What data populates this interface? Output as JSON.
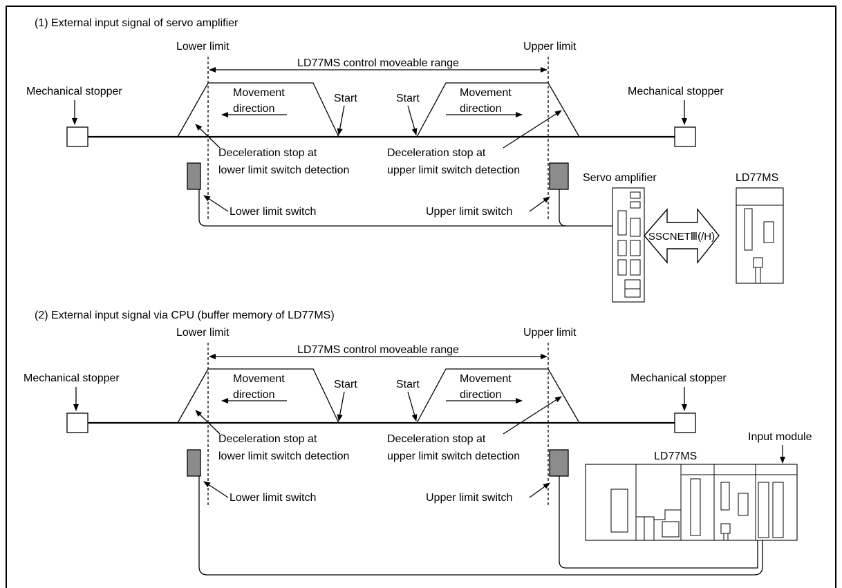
{
  "section1": {
    "title": "(1) External input signal of servo amplifier",
    "lower_limit": "Lower limit",
    "upper_limit": "Upper limit",
    "range": "LD77MS control moveable range",
    "stopper_left": "Mechanical stopper",
    "stopper_right": "Mechanical stopper",
    "movement_left_1": "Movement",
    "movement_left_2": "direction",
    "movement_right_1": "Movement",
    "movement_right_2": "direction",
    "start_left": "Start",
    "start_right": "Start",
    "decel_lower_1": "Deceleration stop at",
    "decel_lower_2": "lower limit switch detection",
    "decel_upper_1": "Deceleration stop at",
    "decel_upper_2": "upper limit switch detection",
    "lower_switch": "Lower limit switch",
    "upper_switch": "Upper limit switch",
    "servo_amplifier": "Servo amplifier",
    "module": "LD77MS",
    "network": "SSCNETⅢ(/H)"
  },
  "section2": {
    "title": "(2) External input signal via CPU (buffer memory of LD77MS)",
    "lower_limit": "Lower limit",
    "upper_limit": "Upper limit",
    "range": "LD77MS control moveable range",
    "stopper_left": "Mechanical stopper",
    "stopper_right": "Mechanical stopper",
    "movement_left_1": "Movement",
    "movement_left_2": "direction",
    "movement_right_1": "Movement",
    "movement_right_2": "direction",
    "start_left": "Start",
    "start_right": "Start",
    "decel_lower_1": "Deceleration stop at",
    "decel_lower_2": "lower limit switch detection",
    "decel_upper_1": "Deceleration stop at",
    "decel_upper_2": "upper limit switch detection",
    "lower_switch": "Lower limit switch",
    "upper_switch": "Upper limit switch",
    "module": "LD77MS",
    "input_module": "Input module"
  }
}
